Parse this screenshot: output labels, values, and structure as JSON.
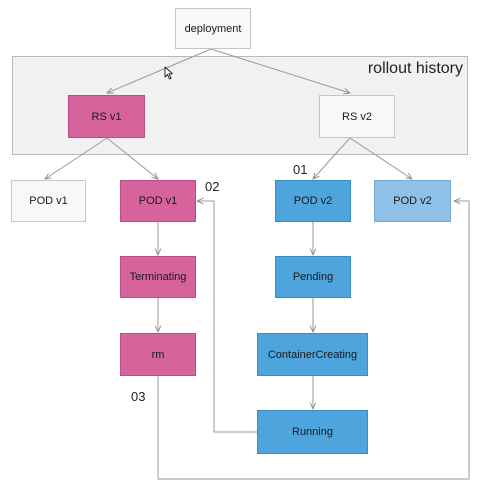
{
  "group": {
    "label": "rollout history"
  },
  "nodes": {
    "deployment": "deployment",
    "rs_v1": "RS v1",
    "rs_v2": "RS v2",
    "pod_v1_old": "POD v1",
    "pod_v1_deleting": "POD v1",
    "pod_v2_new": "POD v2",
    "pod_v2_pending_next": "POD v2",
    "terminating": "Terminating",
    "rm": "rm",
    "pending": "Pending",
    "container_creating": "ContainerCreating",
    "running": "Running"
  },
  "steps": {
    "s01": "01",
    "s02": "02",
    "s03": "03"
  },
  "colors": {
    "pink": "#d6639c",
    "blue": "#4ea4dd",
    "light_blue": "#8fc0e8",
    "white": "#f8f8f8",
    "edge": "#9a9a9a"
  }
}
